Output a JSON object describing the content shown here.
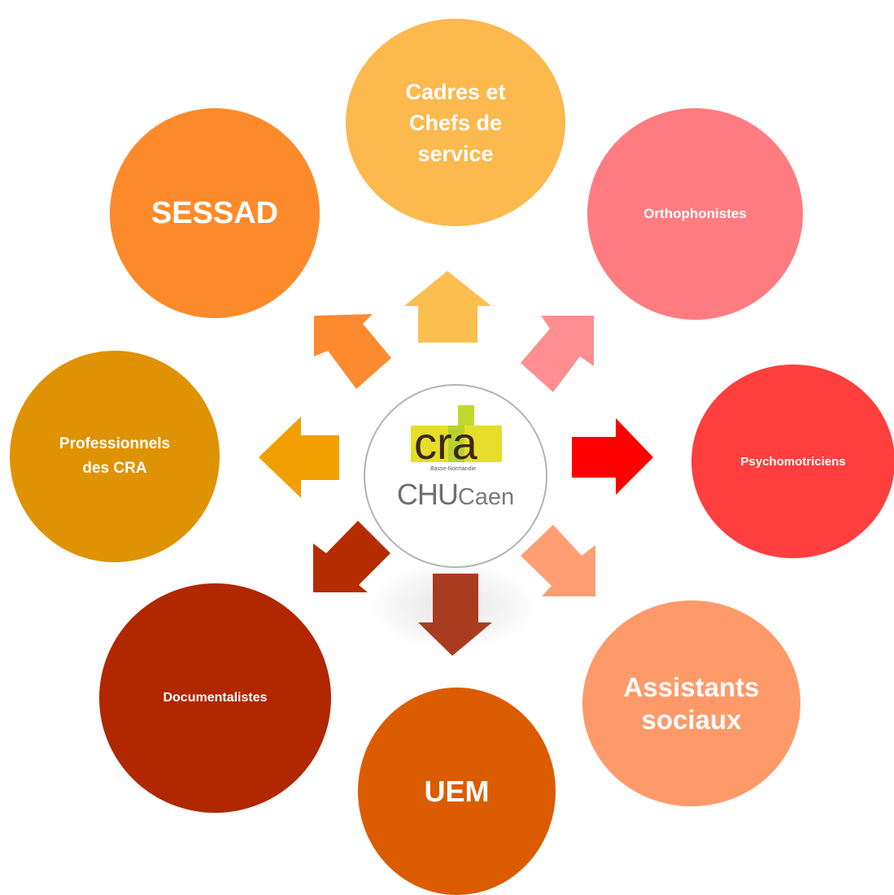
{
  "center": {
    "logo_top": "cra",
    "logo_tagline": "Basse-Normandie",
    "logo_bottom_a": "CHU",
    "logo_bottom_b": "Caen"
  },
  "nodes": [
    {
      "key": "cadres",
      "label": "Cadres et\nChefs de\nservice",
      "color": "#FBB94E"
    },
    {
      "key": "sessad",
      "label": "SESSAD",
      "color": "#FD8A2A"
    },
    {
      "key": "ortho",
      "label": "Orthophonistes",
      "color": "#FE7C7F"
    },
    {
      "key": "pro",
      "label": "Professionnels\ndes CRA",
      "color": "#DF9203"
    },
    {
      "key": "psycho",
      "label": "Psychomotriciens",
      "color": "#FF3E3E"
    },
    {
      "key": "docs",
      "label": "Documentalistes",
      "color": "#B02700"
    },
    {
      "key": "assist",
      "label": "Assistants\nsociaux",
      "color": "#FE9A6A"
    },
    {
      "key": "uem",
      "label": "UEM",
      "color": "#DB5C00"
    }
  ],
  "arrows": [
    {
      "key": "up",
      "direction": "up",
      "color": "#FBBF50"
    },
    {
      "key": "up-left",
      "direction": "up-left",
      "color": "#FD8A2E"
    },
    {
      "key": "up-right",
      "direction": "up-right",
      "color": "#FE8E8F"
    },
    {
      "key": "left",
      "direction": "left",
      "color": "#F29E00"
    },
    {
      "key": "right",
      "direction": "right",
      "color": "#FF0000"
    },
    {
      "key": "down-left",
      "direction": "down-left",
      "color": "#B42C00"
    },
    {
      "key": "down",
      "direction": "down",
      "color": "#A93C1E"
    },
    {
      "key": "down-right",
      "direction": "down-right",
      "color": "#FE9E72"
    }
  ]
}
